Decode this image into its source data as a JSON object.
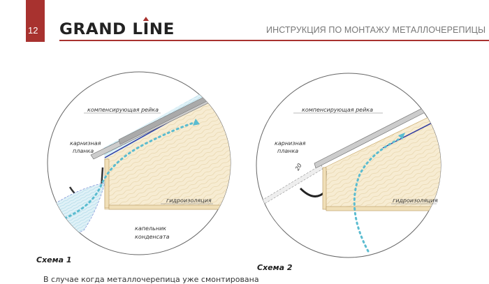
{
  "header": {
    "page_number": "12",
    "logo": "GRAND LINE",
    "logo_part1": "GRAND L",
    "logo_part2": "I",
    "logo_part3": "NE",
    "title": "ИНСТРУКЦИЯ ПО МОНТАЖУ МЕТАЛЛОЧЕРЕПИЦЫ"
  },
  "colors": {
    "brand": "#a8322f",
    "air_flow": "#5bbcd0",
    "membrane": "#2f3aa0"
  },
  "scheme1": {
    "caption": "Схема 1",
    "labels": {
      "comp_batten": "компенсирующая рейка",
      "eaves_plank_1": "карнизная",
      "eaves_plank_2": "планка",
      "waterproofing": "гидроизоляция",
      "drip_1": "капельник",
      "drip_2": "конденсата"
    }
  },
  "scheme2": {
    "caption": "Схема 2",
    "labels": {
      "comp_batten": "компенсирующая рейка",
      "eaves_plank_1": "карнизная",
      "eaves_plank_2": "планка",
      "waterproofing": "гидроизоляция",
      "dimension": "20"
    }
  },
  "body_text": "В случае когда металлочерепица уже смонтирована"
}
